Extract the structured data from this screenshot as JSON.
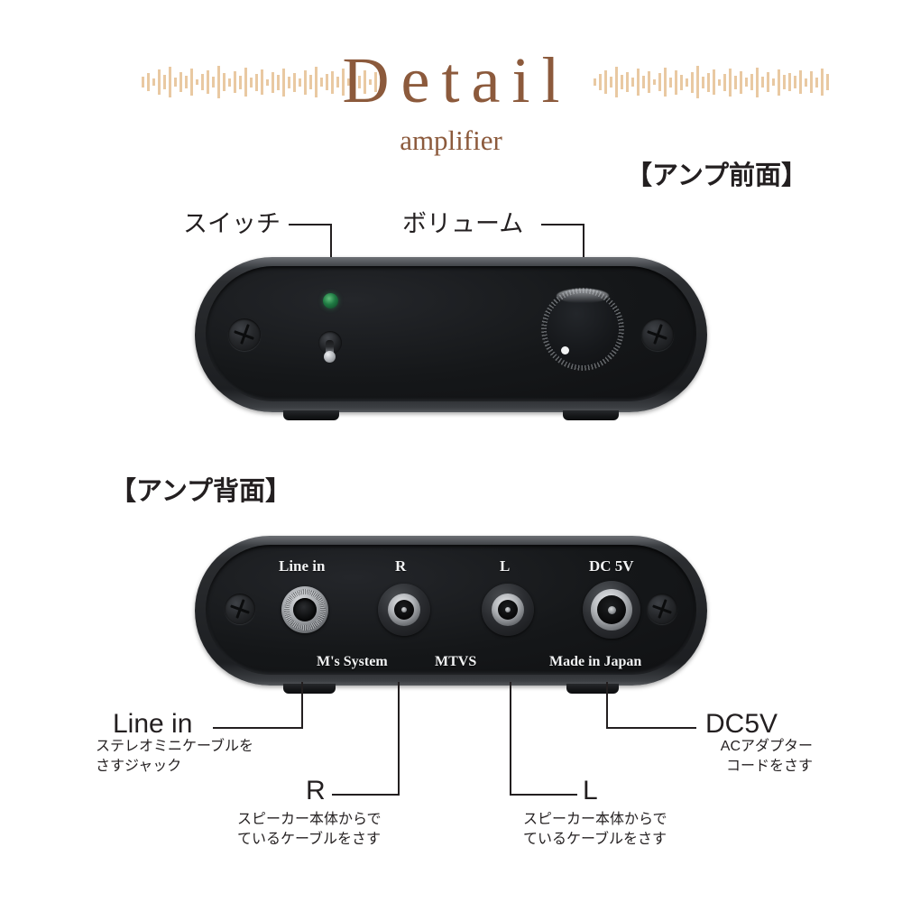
{
  "header": {
    "title": "Detail",
    "subtitle": "amplifier",
    "title_color": "#8c5a3c",
    "wave_color": "#e9c9a2",
    "wave_left_heights": [
      12,
      20,
      8,
      28,
      16,
      34,
      10,
      22,
      14,
      30,
      6,
      18,
      26,
      12,
      36,
      20,
      9,
      24,
      15,
      32,
      11,
      19,
      28,
      7,
      23,
      17,
      31,
      13,
      21,
      9,
      27,
      16,
      34,
      10,
      18,
      25,
      12,
      30,
      8,
      20,
      14,
      26,
      6,
      22
    ],
    "wave_right_heights": [
      8,
      18,
      26,
      12,
      34,
      16,
      22,
      10,
      30,
      14,
      24,
      6,
      20,
      32,
      11,
      27,
      17,
      9,
      23,
      36,
      13,
      21,
      28,
      7,
      19,
      31,
      15,
      25,
      10,
      18,
      33,
      12,
      22,
      8,
      29,
      16,
      20,
      14,
      26,
      9,
      24,
      11,
      30,
      18
    ]
  },
  "sections": {
    "front_heading": "【アンプ前面】",
    "rear_heading": "【アンプ背面】"
  },
  "front": {
    "callouts": [
      {
        "label": "スイッチ"
      },
      {
        "label": "ボリューム"
      }
    ]
  },
  "rear": {
    "panel_labels_top": [
      "Line in",
      "R",
      "L",
      "DC 5V"
    ],
    "panel_labels_bottom": [
      "M's System",
      "MTVS",
      "Made in Japan"
    ],
    "callouts": [
      {
        "label": "Line in",
        "desc_line1": "ステレオミニケーブルを",
        "desc_line2": "さすジャック"
      },
      {
        "label": "R",
        "desc_line1": "スピーカー本体からで",
        "desc_line2": "ているケーブルをさす"
      },
      {
        "label": "L",
        "desc_line1": "スピーカー本体からで",
        "desc_line2": "ているケーブルをさす"
      },
      {
        "label": "DC5V",
        "desc_line1": "ACアダプター",
        "desc_line2": "コードをさす"
      }
    ]
  }
}
